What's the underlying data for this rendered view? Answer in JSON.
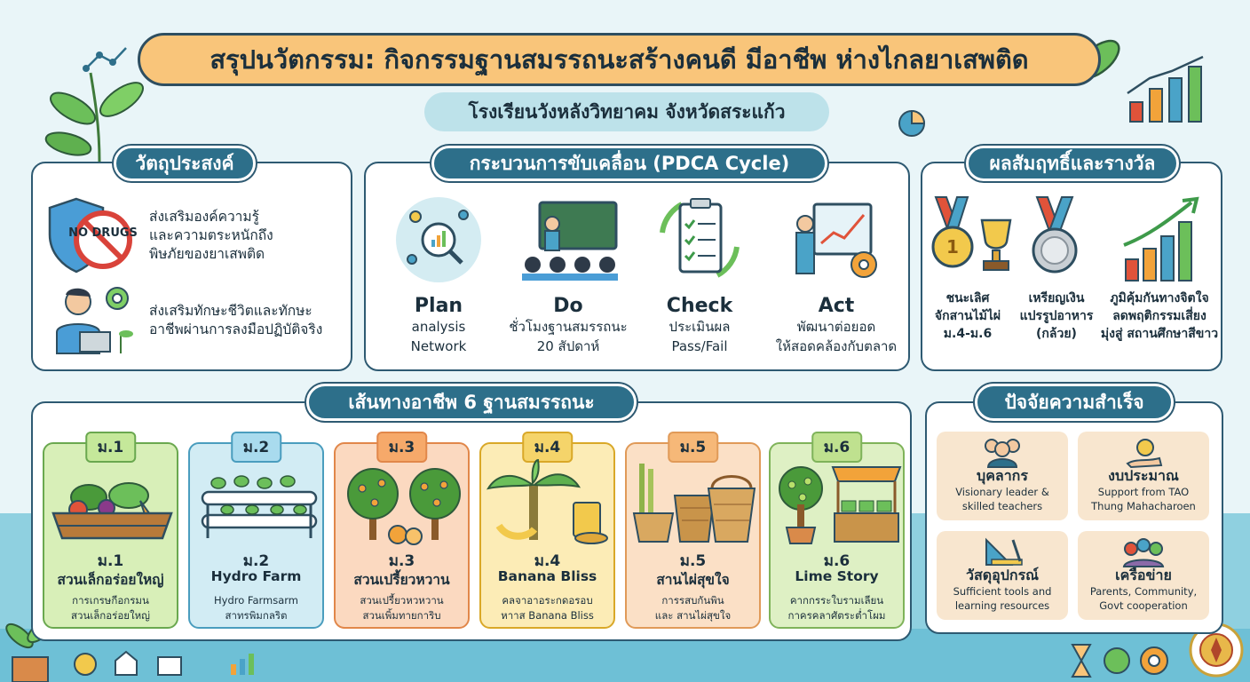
{
  "header": {
    "title": "สรุปนวัตกรรม: กิจกรรมฐานสมรรถนะสร้างคนดี มีอาชีพ ห่างไกลยาเสพติด",
    "subtitle": "โรงเรียนวังหลังวิทยาคม จังหวัดสระแก้ว"
  },
  "objectives": {
    "heading": "วัตถุประสงค์",
    "items": [
      {
        "icon": "no-drugs-shield-icon",
        "badge": "NO DRUGS",
        "lines": [
          "ส่งเสริมองค์ความรู้",
          "และความตระหนักถึง",
          "พิษภัยของยาเสพติด"
        ]
      },
      {
        "icon": "student-laptop-icon",
        "lines": [
          "ส่งเสริมทักษะชีวิตและทักษะ",
          "อาชีพผ่านการลงมือปฏิบัติจริง"
        ]
      }
    ]
  },
  "pdca": {
    "heading": "กระบวนการขับเคลื่อน (PDCA Cycle)",
    "steps": [
      {
        "icon": "analysis-network-icon",
        "title": "Plan",
        "lines": [
          "analysis",
          "Network"
        ]
      },
      {
        "icon": "classroom-icon",
        "title": "Do",
        "lines": [
          "ชั่วโมงฐานสมรรถนะ",
          "20 สัปดาห์"
        ]
      },
      {
        "icon": "checklist-icon",
        "title": "Check",
        "lines": [
          "ประเมินผล",
          "Pass/Fail"
        ]
      },
      {
        "icon": "presentation-gear-icon",
        "title": "Act",
        "lines": [
          "พัฒนาต่อยอด",
          "ให้สอดคล้องกับตลาด"
        ]
      }
    ]
  },
  "achievements": {
    "heading": "ผลสัมฤทธิ์และรางวัล",
    "items": [
      {
        "icon": "gold-medal-trophy-icon",
        "medal_text": "1",
        "lines": [
          "ชนะเลิศ",
          "จักสานไม้ไผ่",
          "ม.4-ม.6"
        ]
      },
      {
        "icon": "silver-medal-icon",
        "lines": [
          "เหรียญเงิน",
          "แปรรูปอาหาร",
          "(กล้วย)"
        ]
      },
      {
        "icon": "growth-chart-icon",
        "lines": [
          "ภูมิคุ้มกันทางจิตใจ",
          "ลดพฤติกรรมเสี่ยง",
          "มุ่งสู่ สถานศึกษาสีขาว"
        ]
      }
    ]
  },
  "careers": {
    "heading": "เส้นทางอาชีพ 6 ฐานสมรรถนะ",
    "items": [
      {
        "tag": "ม.1",
        "grade": "ม.1",
        "name": "สวนเล็กอร่อยใหญ่",
        "icon": "vegetable-crate-icon",
        "desc": [
          "การเกรษกีอกรมน",
          "สวนเล็กอร่อยใหญ่"
        ],
        "bg": "#d8efb8",
        "border": "#6aa84f",
        "tag_bg": "#c5e89a"
      },
      {
        "tag": "ม.2",
        "grade": "ม.2",
        "name": "Hydro Farm",
        "icon": "hydroponic-icon",
        "desc": [
          "Hydro Farmsarm",
          "สาทรพิมกลริต"
        ],
        "bg": "#d2ecf4",
        "border": "#4a9dbe",
        "tag_bg": "#a9dbee"
      },
      {
        "tag": "ม.3",
        "grade": "ม.3",
        "name": "สวนเปรี้ยวหวาน",
        "icon": "orange-tree-icon",
        "desc": [
          "สวนเปรี้ยวหวหวาน",
          "สวนเพิ้มทายการิบ"
        ],
        "bg": "#fbd9c0",
        "border": "#e1874a",
        "tag_bg": "#f6a96a"
      },
      {
        "tag": "ม.4",
        "grade": "ม.4",
        "name": "Banana Bliss",
        "icon": "banana-tree-icon",
        "desc": [
          "คลจาอาอระกดอรอบ",
          "หาาส Banana Bliss"
        ],
        "bg": "#fcecb6",
        "border": "#d9a828",
        "tag_bg": "#f5d46a"
      },
      {
        "tag": "ม.5",
        "grade": "ม.5",
        "name": "สานไผ่สุขใจ",
        "icon": "bamboo-basket-icon",
        "desc": [
          "การรสบกันพิน",
          "และ สานไผ่สุขใจ"
        ],
        "bg": "#fbe0c6",
        "border": "#e09a58",
        "tag_bg": "#f6b878"
      },
      {
        "tag": "ม.6",
        "grade": "ม.6",
        "name": "Lime Story",
        "icon": "lime-tree-stall-icon",
        "desc": [
          "คากกรระใบรามเลียน",
          "กาครคลาศัตระต่ำโผม"
        ],
        "bg": "#def0c4",
        "border": "#7fb35a",
        "tag_bg": "#bfe18f"
      }
    ]
  },
  "success": {
    "heading": "ปัจจัยความสำเร็จ",
    "items": [
      {
        "icon": "people-team-icon",
        "title": "บุคลากร",
        "lines": [
          "Visionary leader &",
          "skilled teachers"
        ]
      },
      {
        "icon": "coin-hand-icon",
        "title": "งบประมาณ",
        "lines": [
          "Support from TAO",
          "Thung Mahacharoen"
        ]
      },
      {
        "icon": "drafting-tools-icon",
        "title": "วัสดุอุปกรณ์",
        "lines": [
          "Sufficient tools and",
          "learning resources"
        ]
      },
      {
        "icon": "network-people-icon",
        "title": "เครือข่าย",
        "lines": [
          "Parents, Community,",
          "Govt cooperation"
        ]
      }
    ]
  },
  "colors": {
    "title_bg": "#f9c57a",
    "pill_bg": "#2d6f8a",
    "card_border": "#2e5a72",
    "background": "#e9f5f8"
  }
}
